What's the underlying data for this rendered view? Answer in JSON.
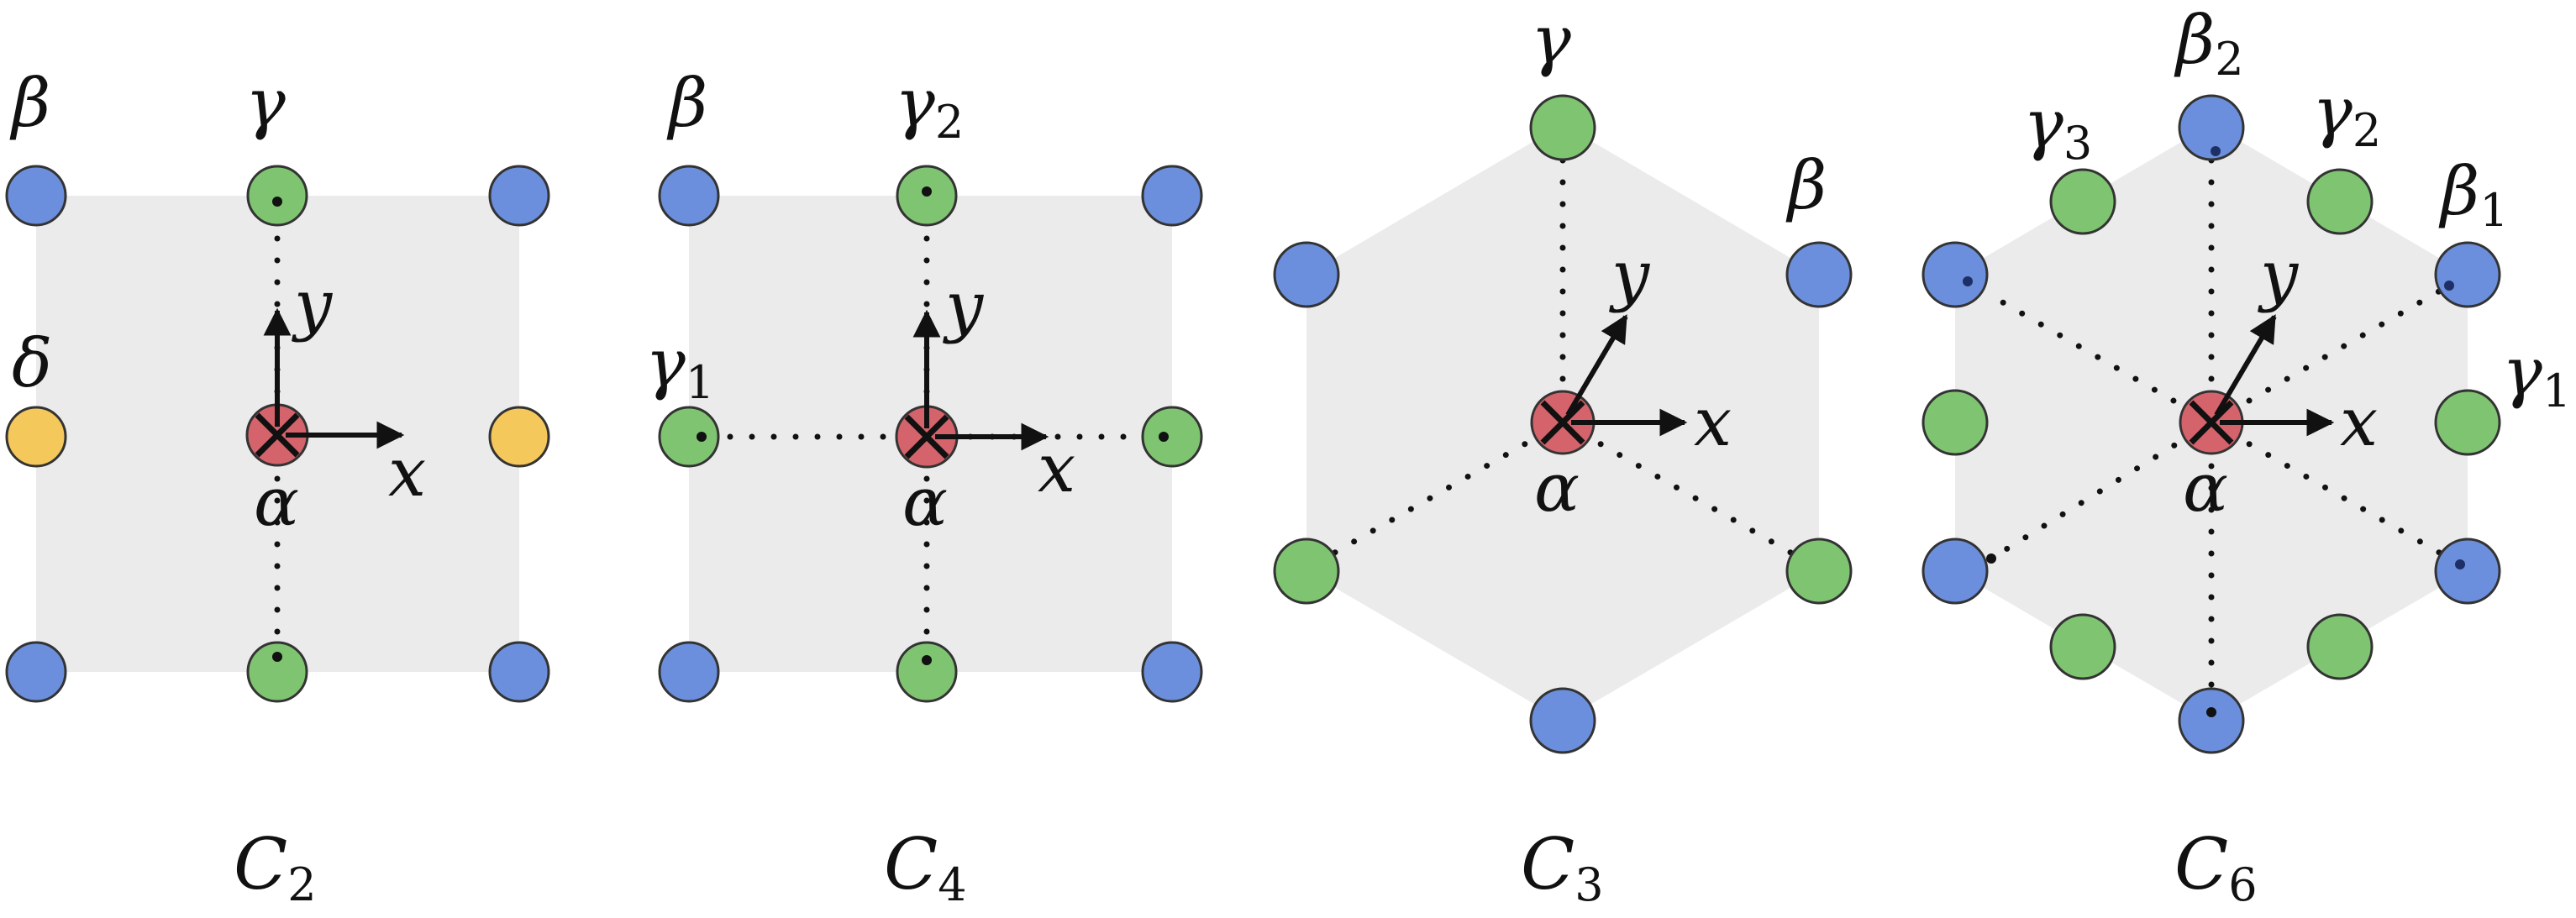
{
  "colors": {
    "background": "#ffffff",
    "cell": "#ebebeb",
    "alpha": "#d4636b",
    "beta": "#6b8fdc",
    "gamma": "#7fc471",
    "delta": "#f5c85c",
    "stroke": "#333333",
    "ink": "#111111"
  },
  "axes": {
    "x": "x",
    "y": "y"
  },
  "panels": [
    {
      "id": "c2",
      "caption": {
        "main": "C",
        "sub": "2"
      },
      "labels": {
        "alpha": {
          "main": "α",
          "sub": ""
        },
        "beta": {
          "main": "β",
          "sub": ""
        },
        "gamma": {
          "main": "γ",
          "sub": ""
        },
        "delta": {
          "main": "δ",
          "sub": ""
        }
      }
    },
    {
      "id": "c4",
      "caption": {
        "main": "C",
        "sub": "4"
      },
      "labels": {
        "alpha": {
          "main": "α",
          "sub": ""
        },
        "beta": {
          "main": "β",
          "sub": ""
        },
        "gamma2": {
          "main": "γ",
          "sub": "2"
        },
        "gamma1": {
          "main": "γ",
          "sub": "1"
        }
      }
    },
    {
      "id": "c3",
      "caption": {
        "main": "C",
        "sub": "3"
      },
      "labels": {
        "alpha": {
          "main": "α",
          "sub": ""
        },
        "beta": {
          "main": "β",
          "sub": ""
        },
        "gamma": {
          "main": "γ",
          "sub": ""
        }
      }
    },
    {
      "id": "c6",
      "caption": {
        "main": "C",
        "sub": "6"
      },
      "labels": {
        "alpha": {
          "main": "α",
          "sub": ""
        },
        "beta2": {
          "main": "β",
          "sub": "2"
        },
        "beta1": {
          "main": "β",
          "sub": "1"
        },
        "gamma3": {
          "main": "γ",
          "sub": "3"
        },
        "gamma2": {
          "main": "γ",
          "sub": "2"
        },
        "gamma1": {
          "main": "γ",
          "sub": "1"
        }
      }
    }
  ]
}
